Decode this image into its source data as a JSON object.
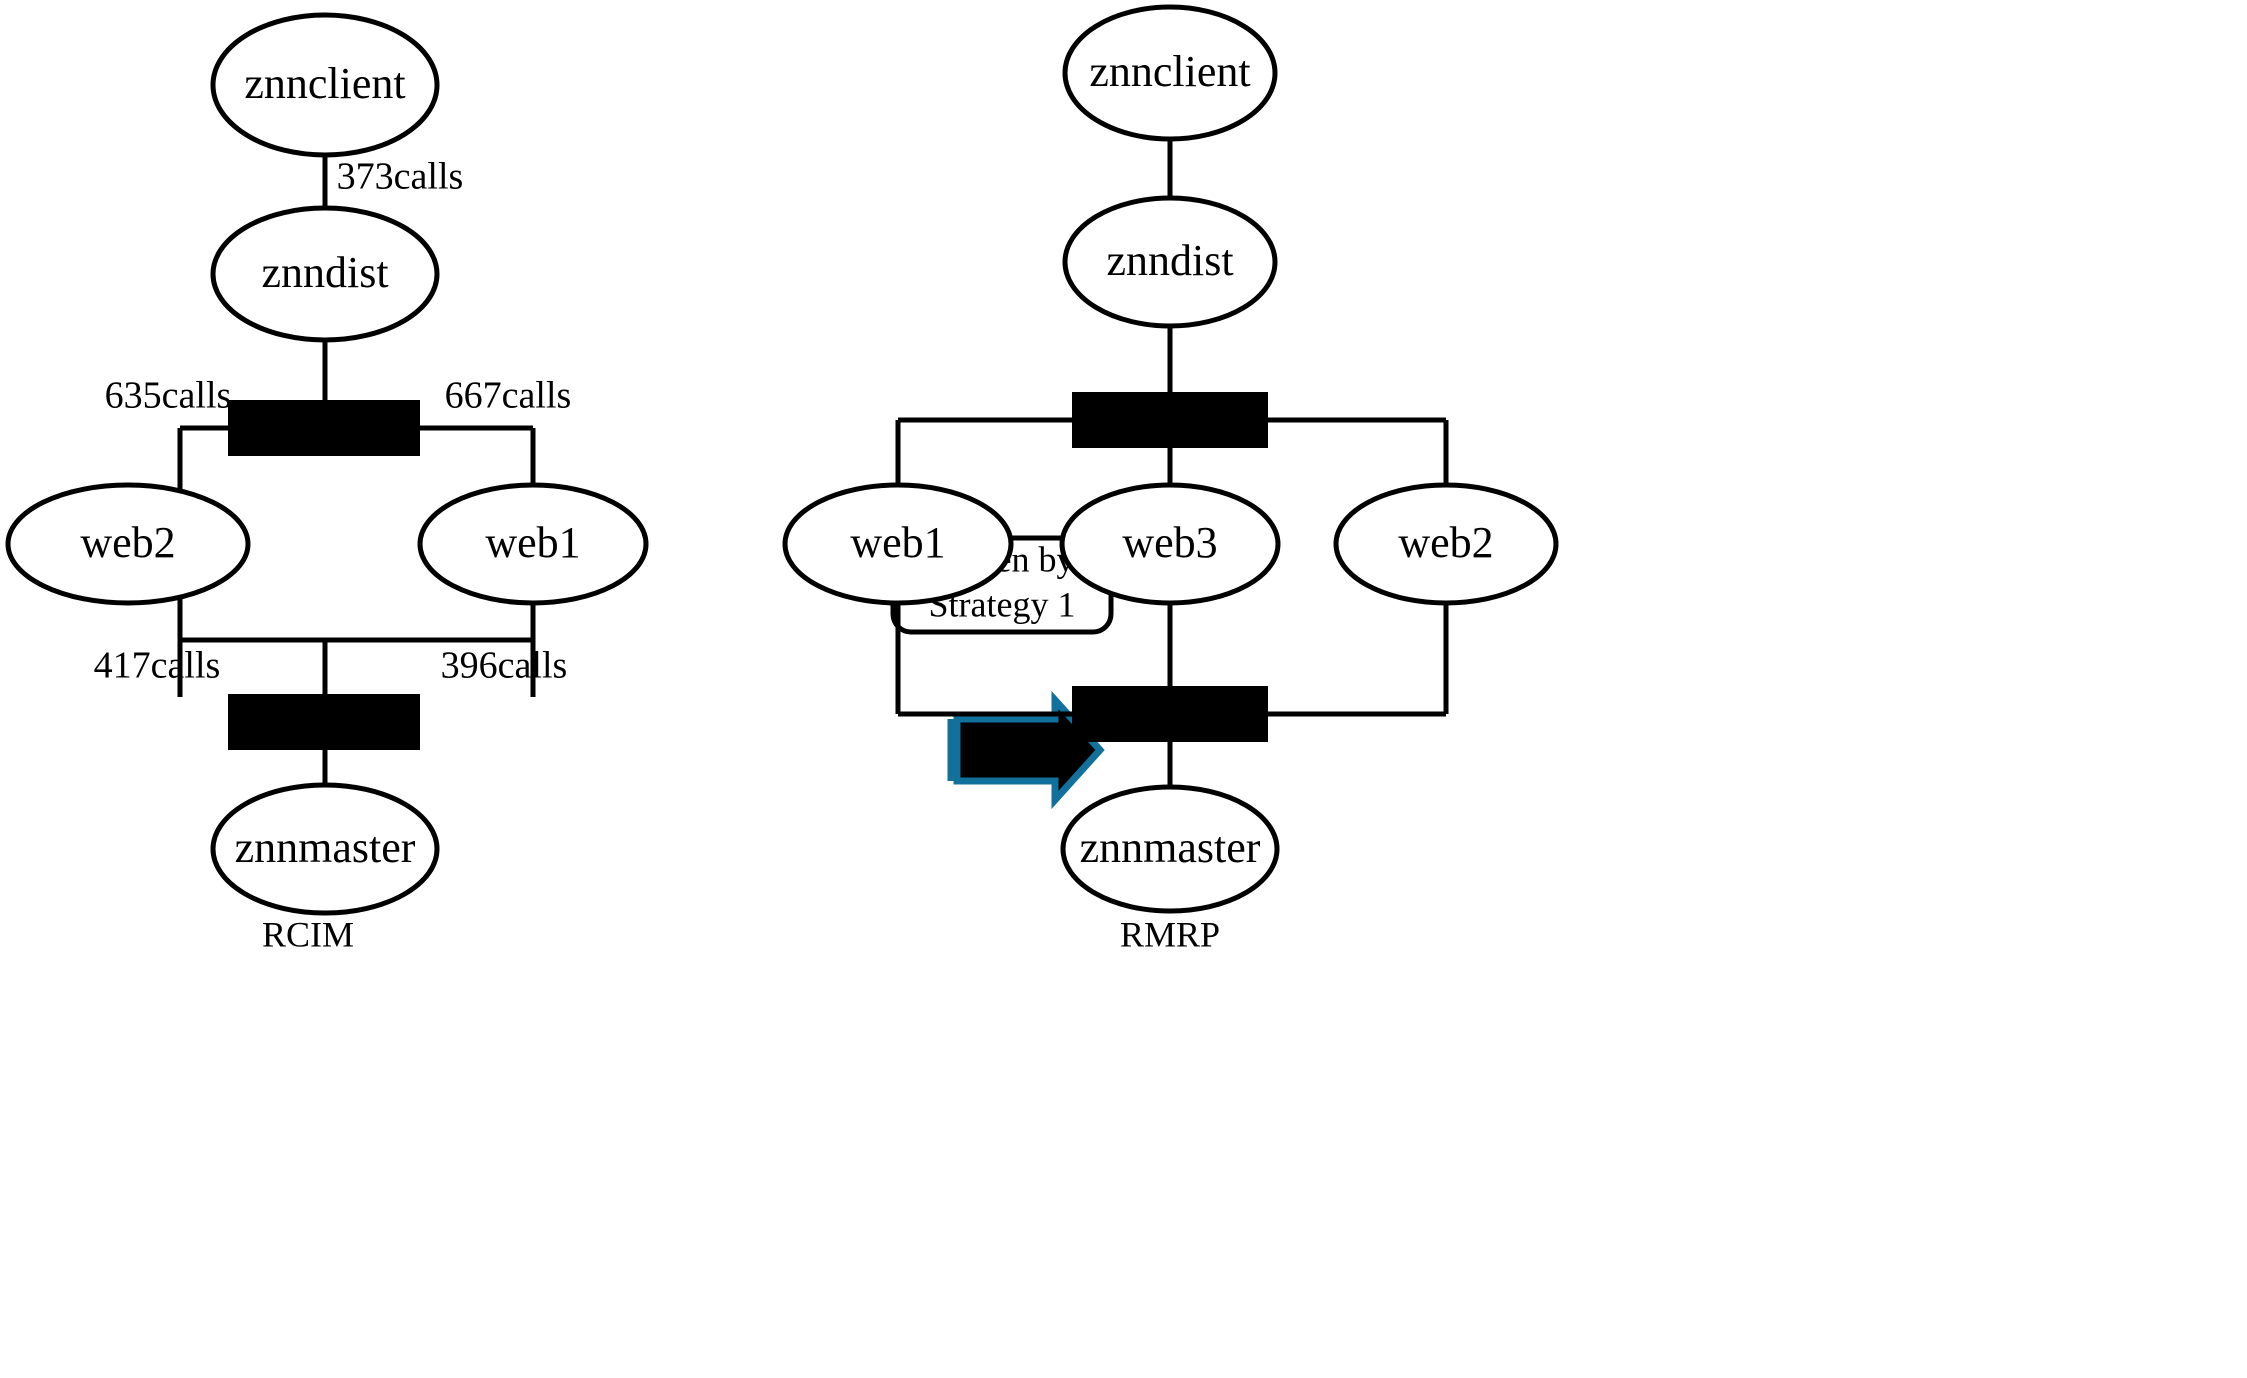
{
  "diagram": {
    "type": "architecture-transformation-diagram",
    "colors": {
      "stroke": "#000000",
      "fill": "#ffffff",
      "bar": "#000000",
      "arrow_outline": "#11719c",
      "arrow_fill": "#000000"
    },
    "left_model": {
      "caption": "RCIM",
      "nodes": {
        "client": "znnclient",
        "dist": "znndist",
        "web_left": "web2",
        "web_right": "web1",
        "master": "znnmaster"
      },
      "edge_labels": {
        "client_dist": "373calls",
        "dist_web_left": "635calls",
        "dist_web_right": "667calls",
        "web_left_master": "417calls",
        "web_right_master": "396calls"
      }
    },
    "annotation": {
      "line1": "Driven by",
      "line2": "Strategy  1",
      "arrow": "right-arrow-icon"
    },
    "right_model": {
      "caption": "RMRP",
      "nodes": {
        "client": "znnclient",
        "dist": "znndist",
        "web_left": "web1",
        "web_center": "web3",
        "web_right": "web2",
        "master": "znnmaster"
      },
      "edge_labels": {}
    }
  }
}
